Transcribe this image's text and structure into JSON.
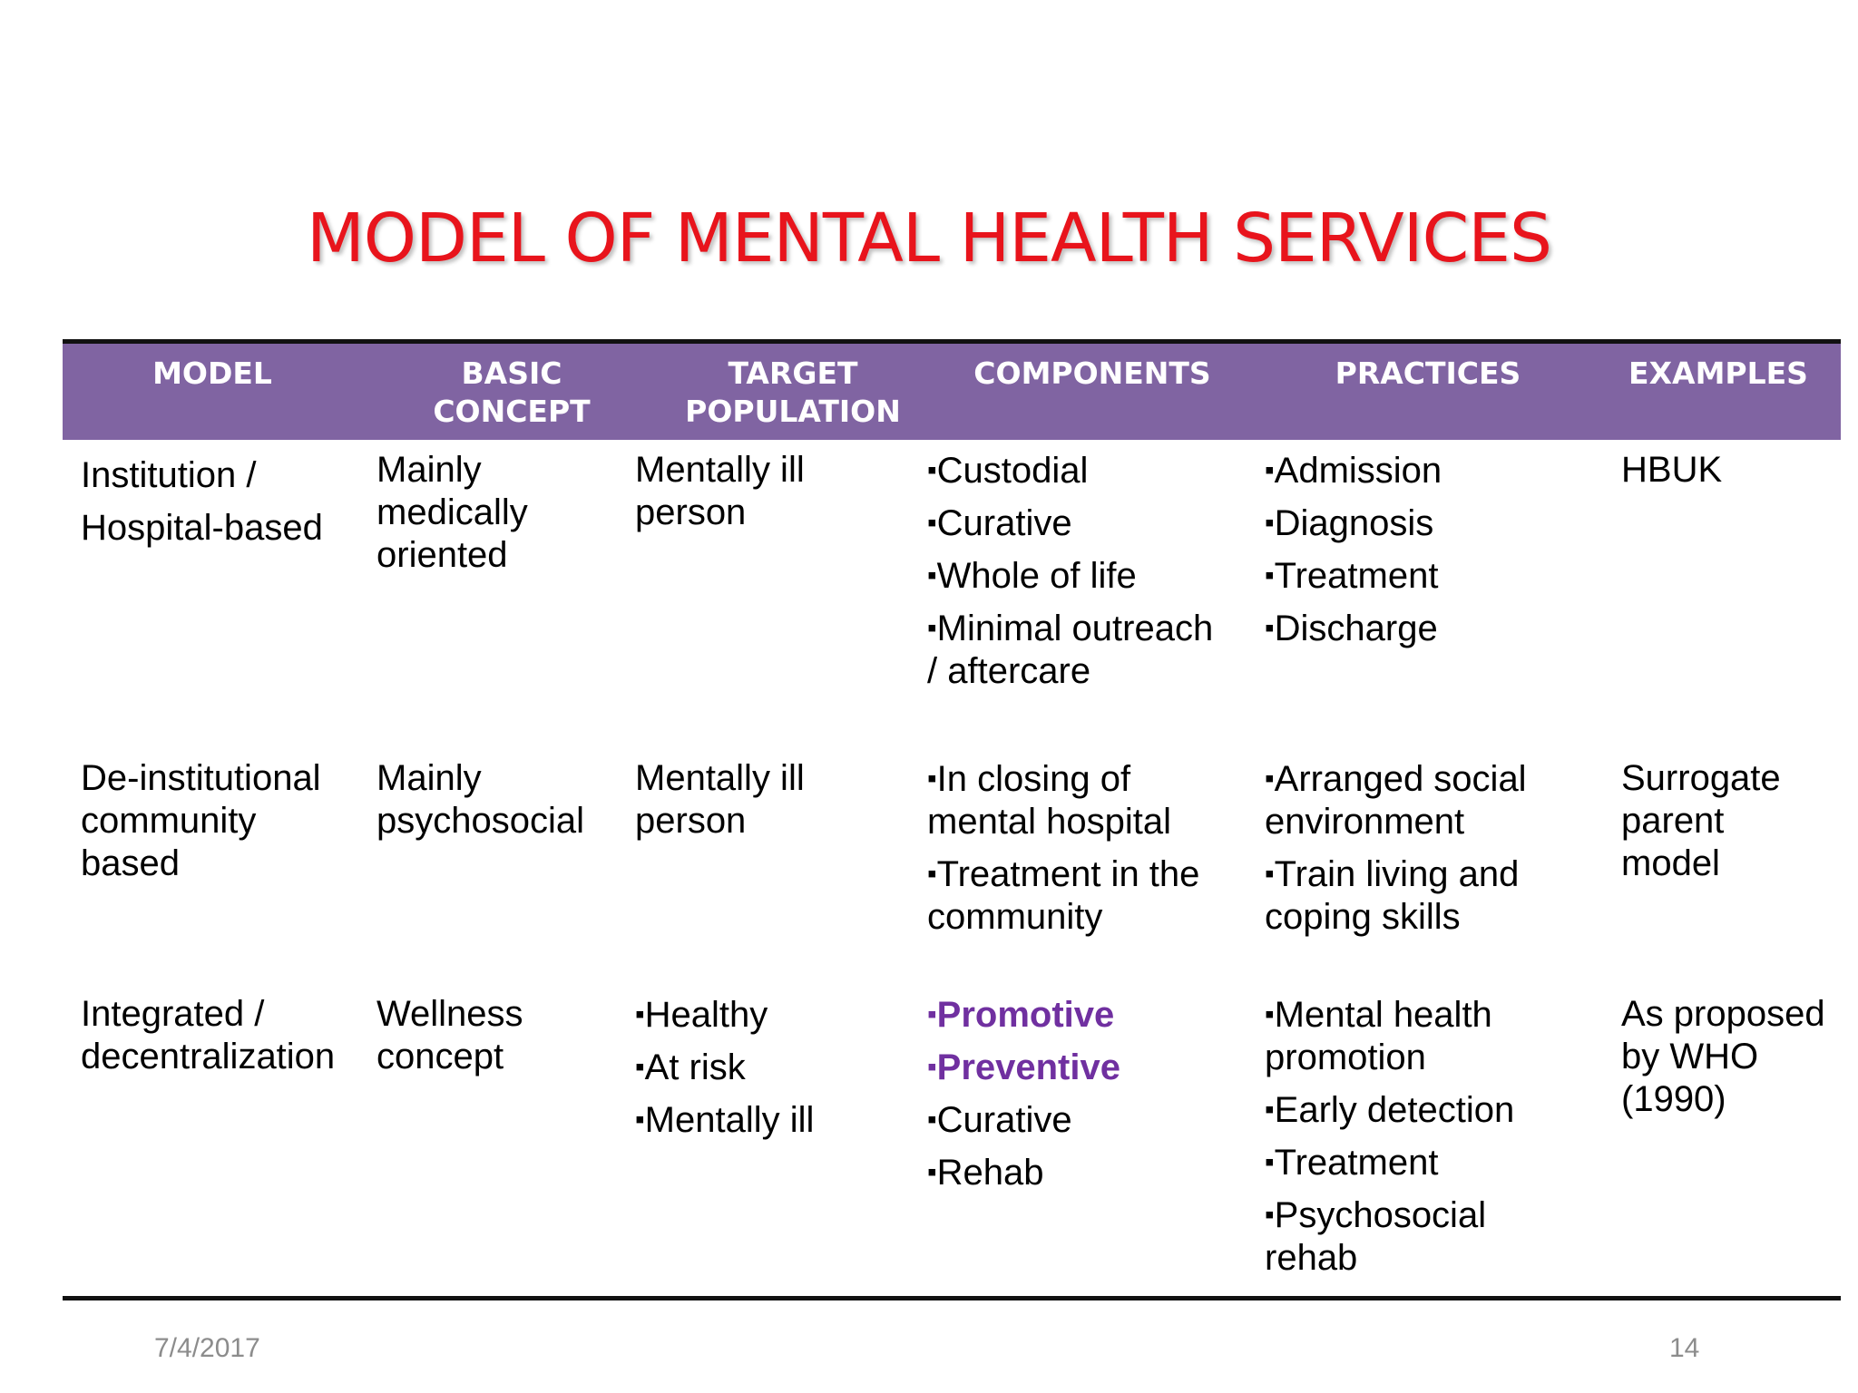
{
  "title": "MODEL OF MENTAL HEALTH SERVICES",
  "colors": {
    "title": "#e8141c",
    "header_bg": "#8064a2",
    "header_text": "#ffffff",
    "highlight": "#7030a0",
    "footer": "#8c8c8c"
  },
  "table": {
    "headers": [
      [
        "MODEL"
      ],
      [
        "BASIC",
        "CONCEPT"
      ],
      [
        "TARGET",
        "POPULATION"
      ],
      [
        "COMPONENTS"
      ],
      [
        "PRACTICES"
      ],
      [
        "EXAMPLES"
      ]
    ],
    "rows": [
      {
        "model": [
          "Institution /",
          "Hospital-based"
        ],
        "concept": [
          "Mainly",
          "medically",
          "oriented"
        ],
        "population": [
          "Mentally ill",
          "person"
        ],
        "components": [
          {
            "text": "Custodial",
            "highlight": false
          },
          {
            "text": "Curative",
            "highlight": false
          },
          {
            "text": "Whole of life",
            "highlight": false
          },
          {
            "text": "Minimal outreach / aftercare",
            "highlight": false
          }
        ],
        "practices": [
          "Admission",
          "Diagnosis",
          "Treatment",
          "Discharge"
        ],
        "examples": [
          "HBUK"
        ]
      },
      {
        "model": [
          "De-institutional",
          "community",
          "based"
        ],
        "concept": [
          "Mainly",
          "psychosocial"
        ],
        "population": [
          "Mentally ill",
          "person"
        ],
        "components": [
          {
            "text": "In closing of mental hospital",
            "highlight": false
          },
          {
            "text": "Treatment in the community",
            "highlight": false
          }
        ],
        "practices": [
          "Arranged social environment",
          "Train living and coping skills"
        ],
        "examples": [
          "Surrogate",
          "parent",
          "model"
        ]
      },
      {
        "model": [
          "Integrated /",
          "decentralization"
        ],
        "concept": [
          "Wellness",
          "concept"
        ],
        "population_bullets": [
          "Healthy",
          "At risk",
          "Mentally ill"
        ],
        "components": [
          {
            "text": "Promotive",
            "highlight": true
          },
          {
            "text": "Preventive",
            "highlight": true
          },
          {
            "text": "Curative",
            "highlight": false
          },
          {
            "text": "Rehab",
            "highlight": false
          }
        ],
        "practices": [
          "Mental health promotion",
          "Early detection",
          "Treatment",
          "Psychosocial rehab"
        ],
        "examples": [
          "As proposed",
          "by WHO",
          "(1990)"
        ]
      }
    ]
  },
  "footer": {
    "date": "7/4/2017",
    "page_number": "14"
  }
}
